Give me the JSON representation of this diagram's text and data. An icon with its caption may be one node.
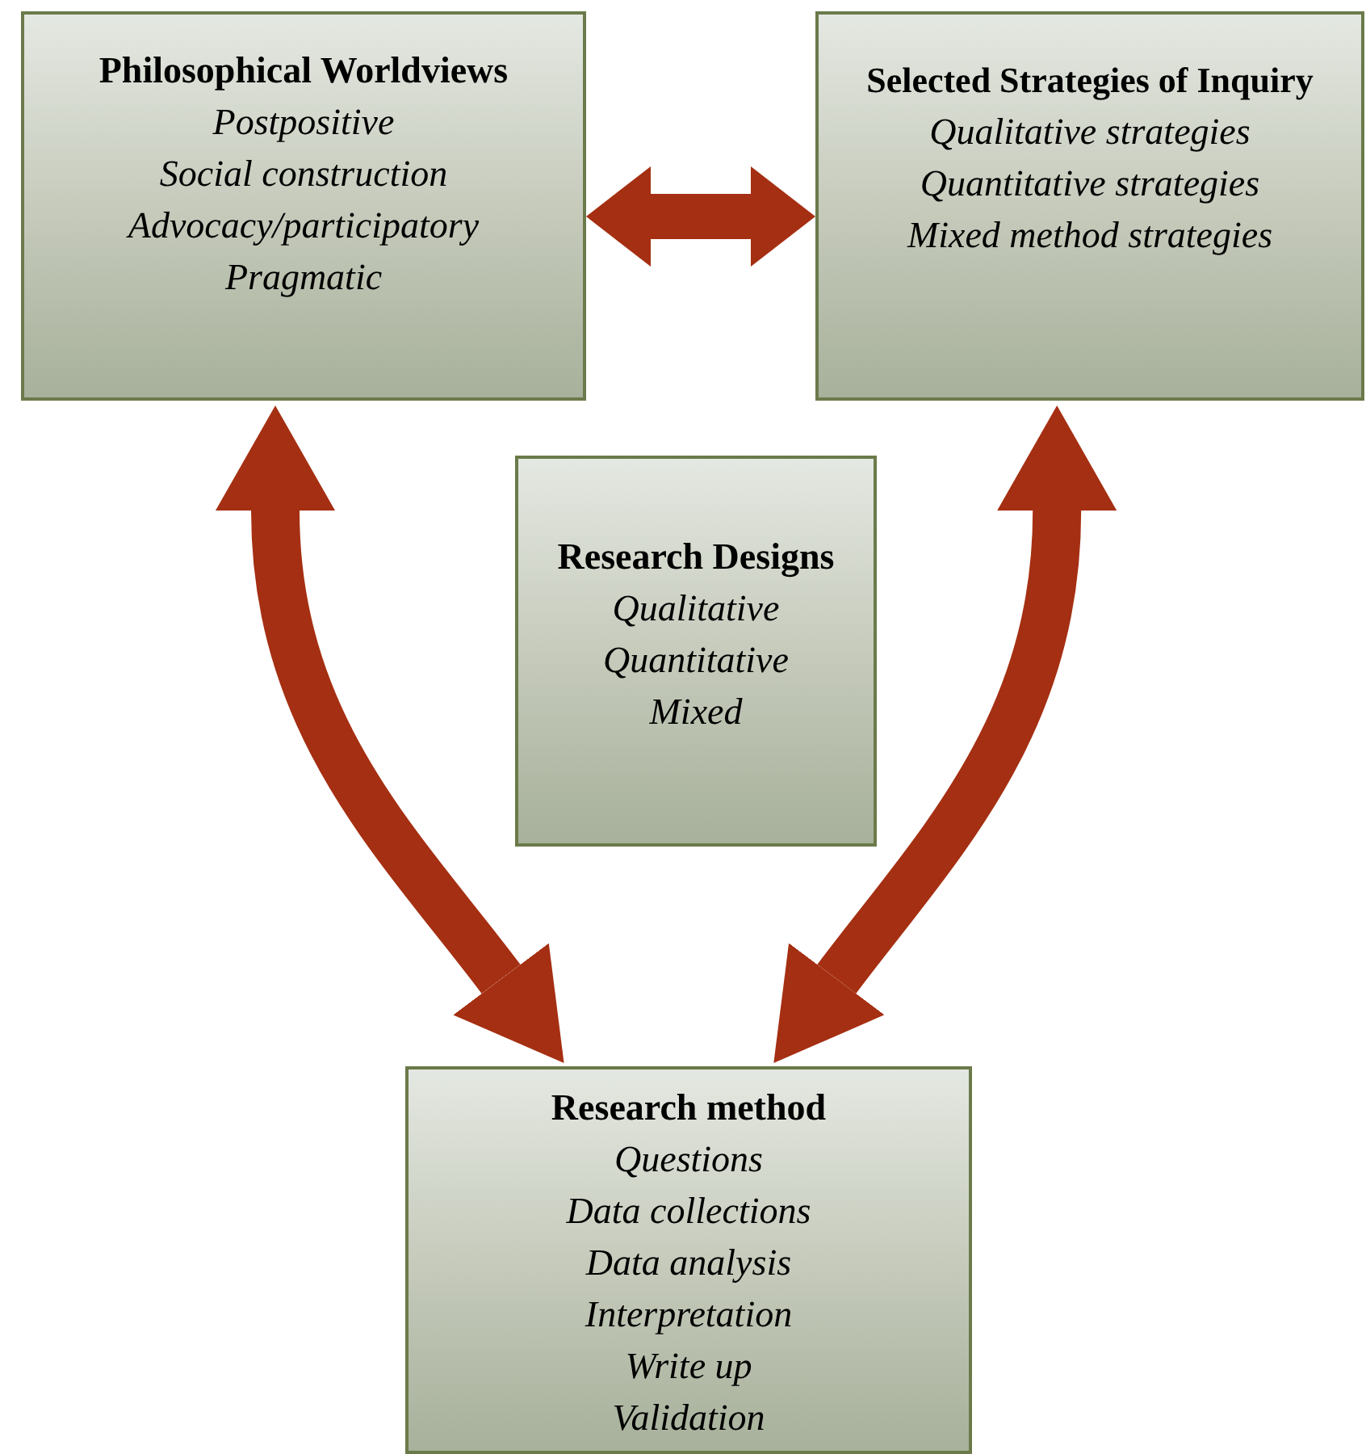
{
  "diagram": {
    "nodes": [
      {
        "text": [
          "Philosophical Worldviews",
          "Postpositive",
          "Social construction",
          "Advocacy/participatory",
          "Pragmatic"
        ]
      },
      {
        "text": [
          "Selected Strategies of Inquiry",
          "Qualitative strategies",
          "Quantitative strategies",
          "Mixed method strategies"
        ]
      },
      {
        "text": [
          "Research Designs",
          "Qualitative",
          "Quantitative",
          "Mixed"
        ]
      },
      {
        "text": [
          "Research method",
          "Questions",
          "Data collections",
          "Data analysis",
          "Interpretation",
          "Write up",
          "Validation"
        ]
      }
    ],
    "edges": [
      {
        "from": 0,
        "to": 1,
        "arrow": "both"
      },
      {
        "from": 0,
        "to": 3,
        "arrow": "both"
      },
      {
        "from": 1,
        "to": 3,
        "arrow": "both"
      }
    ]
  }
}
